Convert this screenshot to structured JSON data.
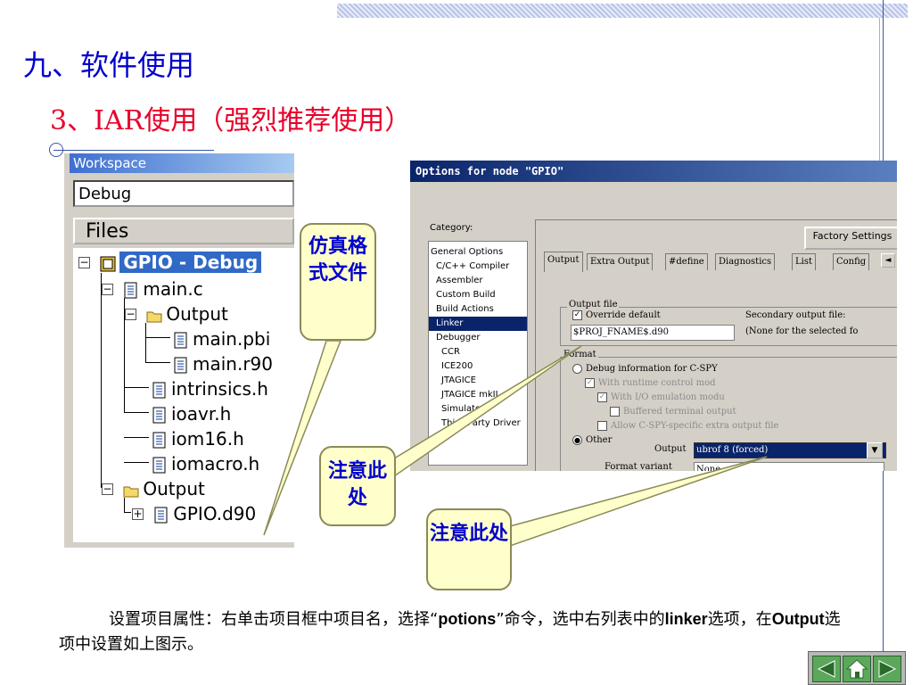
{
  "heading": "九、软件使用",
  "subheading": "3、IAR使用（强烈推荐使用）",
  "workspace": {
    "title": "Workspace",
    "config": "Debug",
    "files_header": "Files",
    "tree": [
      {
        "label": "GPIO - Debug"
      },
      {
        "label": "main.c"
      },
      {
        "label": "Output"
      },
      {
        "label": "main.pbi"
      },
      {
        "label": "main.r90"
      },
      {
        "label": "intrinsics.h"
      },
      {
        "label": "ioavr.h"
      },
      {
        "label": "iom16.h"
      },
      {
        "label": "iomacro.h"
      },
      {
        "label": "Output"
      },
      {
        "label": "GPIO.d90"
      }
    ]
  },
  "dialog": {
    "title": "Options for node \"GPIO\"",
    "category_label": "Category:",
    "categories": [
      "General Options",
      "C/C++ Compiler",
      "Assembler",
      "Custom Build",
      "Build Actions",
      "Linker",
      "Debugger",
      "CCR",
      "ICE200",
      "JTAGICE",
      "JTAGICE mkII",
      "Simulator",
      "Third-Party Driver"
    ],
    "selected_category": "Linker",
    "factory_settings": "Factory Settings",
    "tabs": [
      "Output",
      "Extra Output",
      "#define",
      "Diagnostics",
      "List",
      "Config"
    ],
    "output_file_group": "Output file",
    "override_default": "Override default",
    "filename": "$PROJ_FNAME$.d90",
    "secondary_label": "Secondary output file:",
    "secondary_value": "(None for the selected fo",
    "format_group": "Format",
    "debug_info": "Debug information for C-SPY",
    "with_runtime": "With runtime control mod",
    "with_io": "With I/O emulation modu",
    "buffered": "Buffered terminal output",
    "allow_cspy": "Allow C-SPY-specific extra output file",
    "other": "Other",
    "output_label": "Output",
    "output_value": "ubrof 8 (forced)",
    "format_variant_label": "Format variant",
    "format_variant_value": "None"
  },
  "callouts": {
    "sim_format": "仿真格式文件",
    "note1": "注意此处",
    "note2": "注意此处"
  },
  "caption": {
    "part1": "设置项目属性：右单击项目框中项目名，选择“",
    "bold1": "potions",
    "part2": "”命令，选中右列表中的",
    "bold2": "linker",
    "part3": "选项，在",
    "bold3": "Output",
    "part4": "选项中设置如上图示。"
  },
  "nav": {
    "prev_icon": "triangle-left-icon",
    "home_icon": "home-icon",
    "next_icon": "triangle-right-icon"
  }
}
